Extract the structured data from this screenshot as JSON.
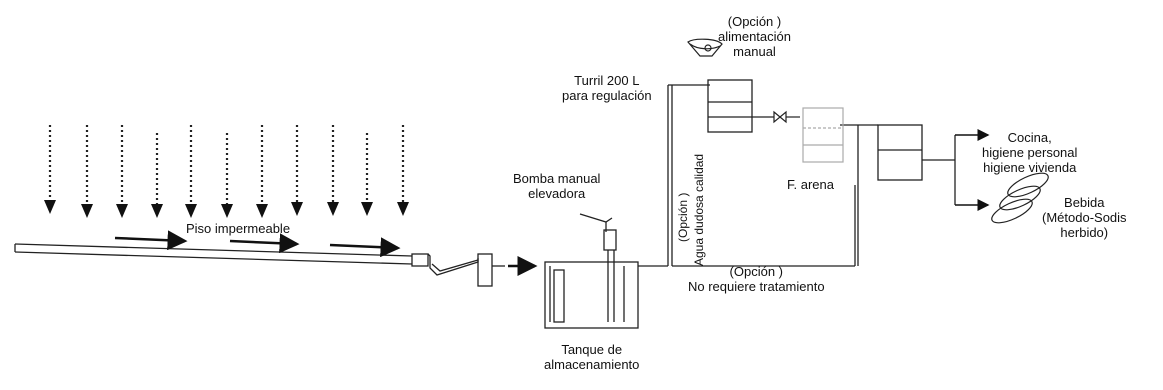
{
  "labels": {
    "opcion_alimentacion_1": "(Opción )",
    "opcion_alimentacion_2": "alimentación",
    "opcion_alimentacion_3": "manual",
    "turril_1": "Turril 200 L",
    "turril_2": "para regulación",
    "cocina_1": "Cocina,",
    "cocina_2": "higiene personal",
    "cocina_3": "higiene vivienda",
    "bomba_1": "Bomba manual",
    "bomba_2": "elevadora",
    "opcion_vertical": "(Opción )",
    "agua_dudosa": "Agua dudosa calidad",
    "filtro_arena": "F. arena",
    "bebida_1": "Bebida",
    "bebida_2": "(Método-Sodis",
    "bebida_3": "herbido)",
    "piso": "Piso impermeable",
    "no_requiere_1": "(Opción )",
    "no_requiere_2": "No requiere tratamiento",
    "tanque_1": "Tanque de",
    "tanque_2": "almacenamiento"
  }
}
